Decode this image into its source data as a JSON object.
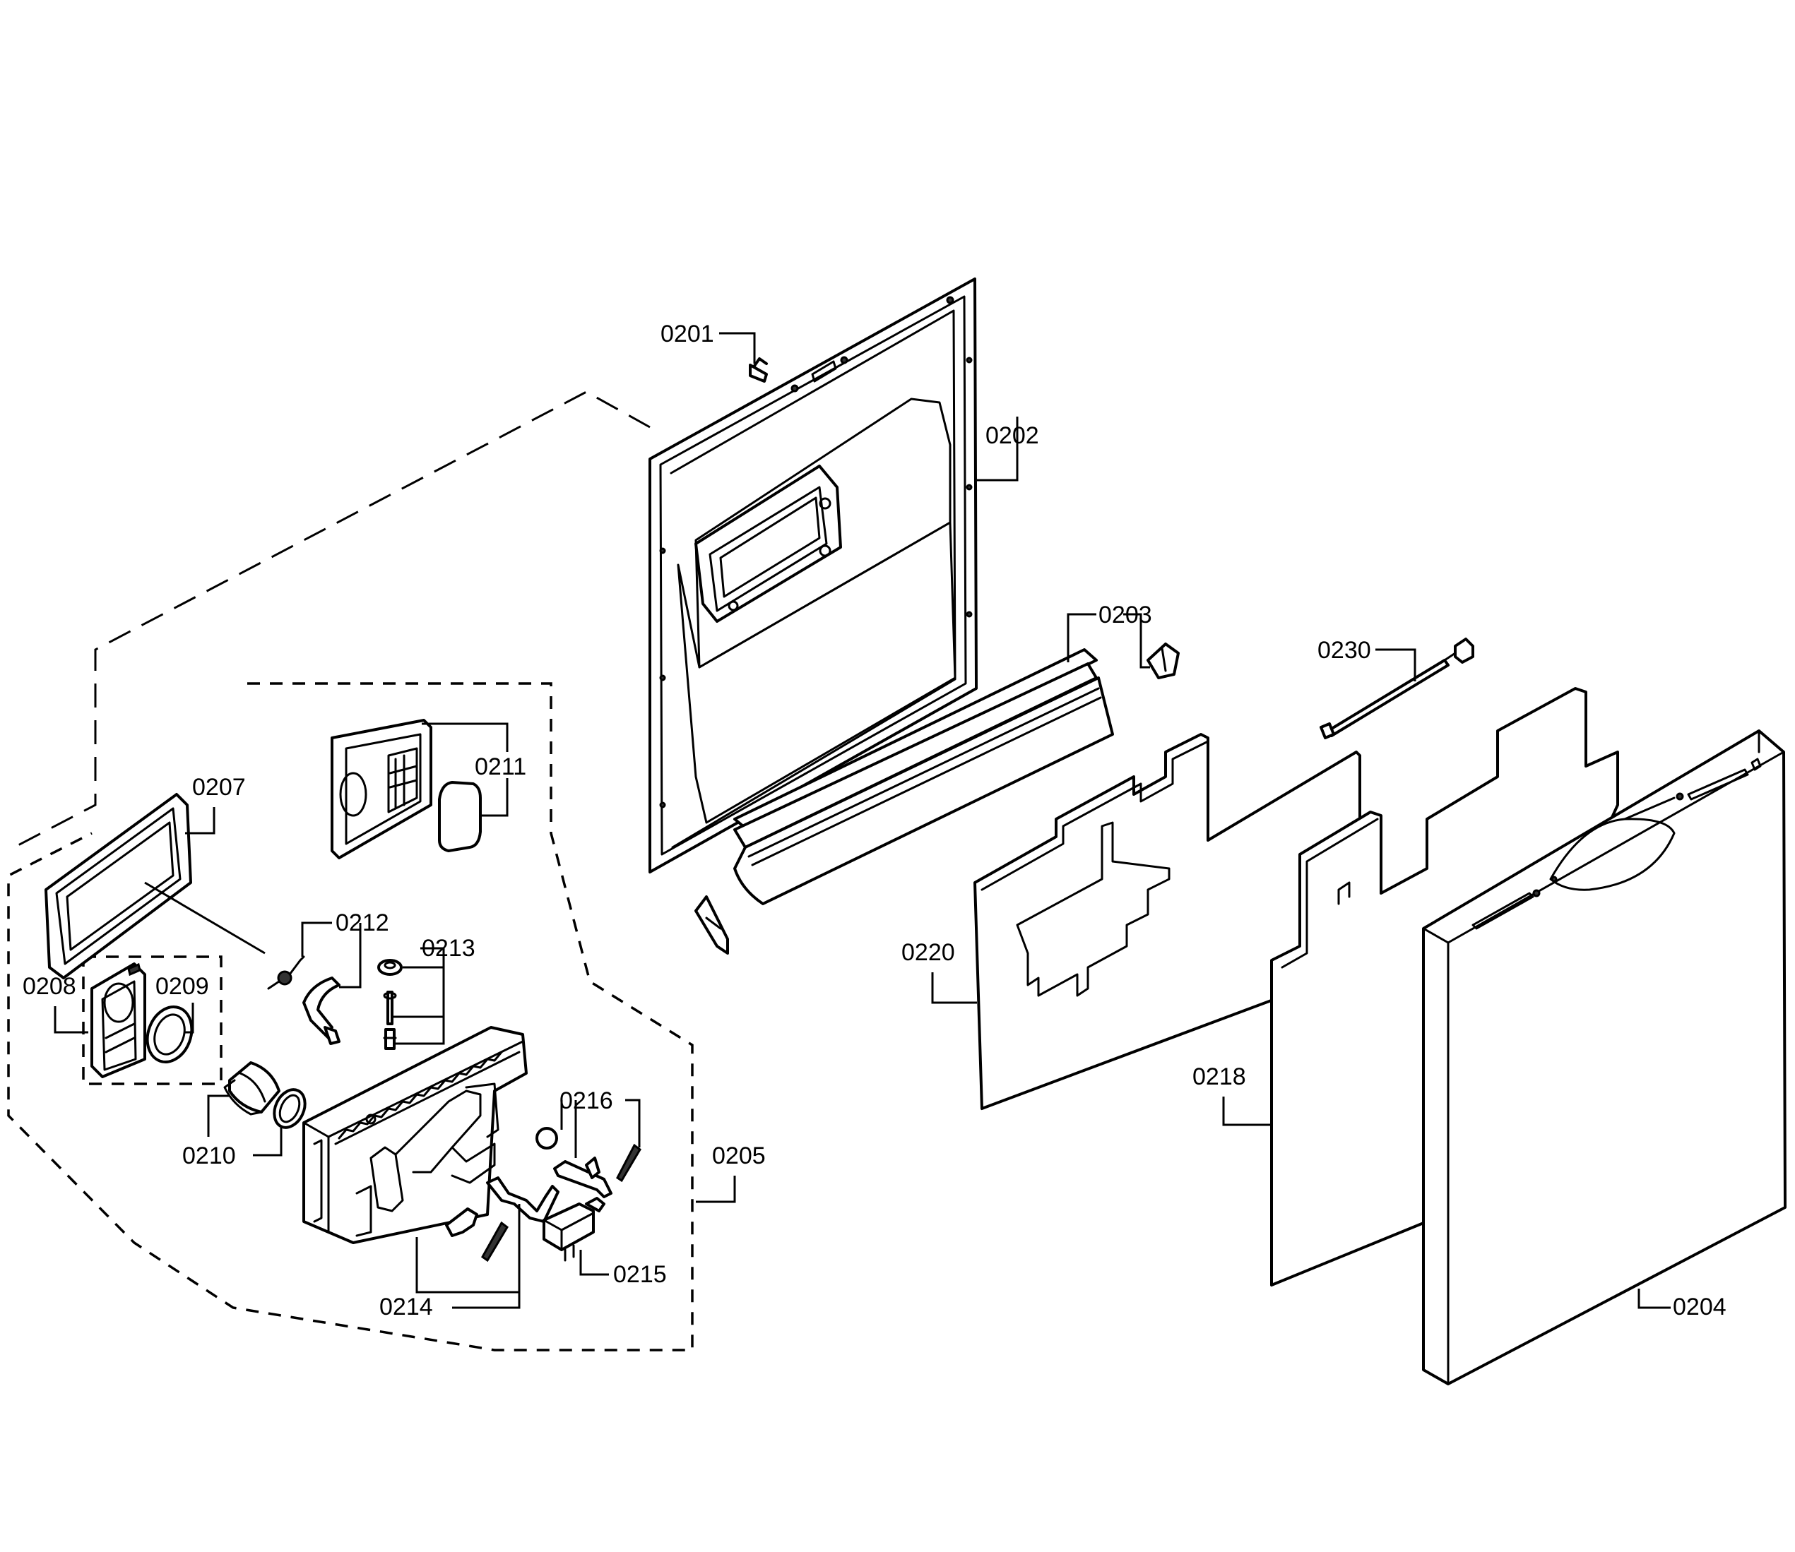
{
  "labels": {
    "p0201": "0201",
    "p0202": "0202",
    "p0203": "0203",
    "p0204": "0204",
    "p0205": "0205",
    "p0207": "0207",
    "p0208": "0208",
    "p0209": "0209",
    "p0210": "0210",
    "p0211": "0211",
    "p0212": "0212",
    "p0213": "0213",
    "p0214": "0214",
    "p0215": "0215",
    "p0216": "0216",
    "p0218": "0218",
    "p0220": "0220",
    "p0230": "0230"
  }
}
